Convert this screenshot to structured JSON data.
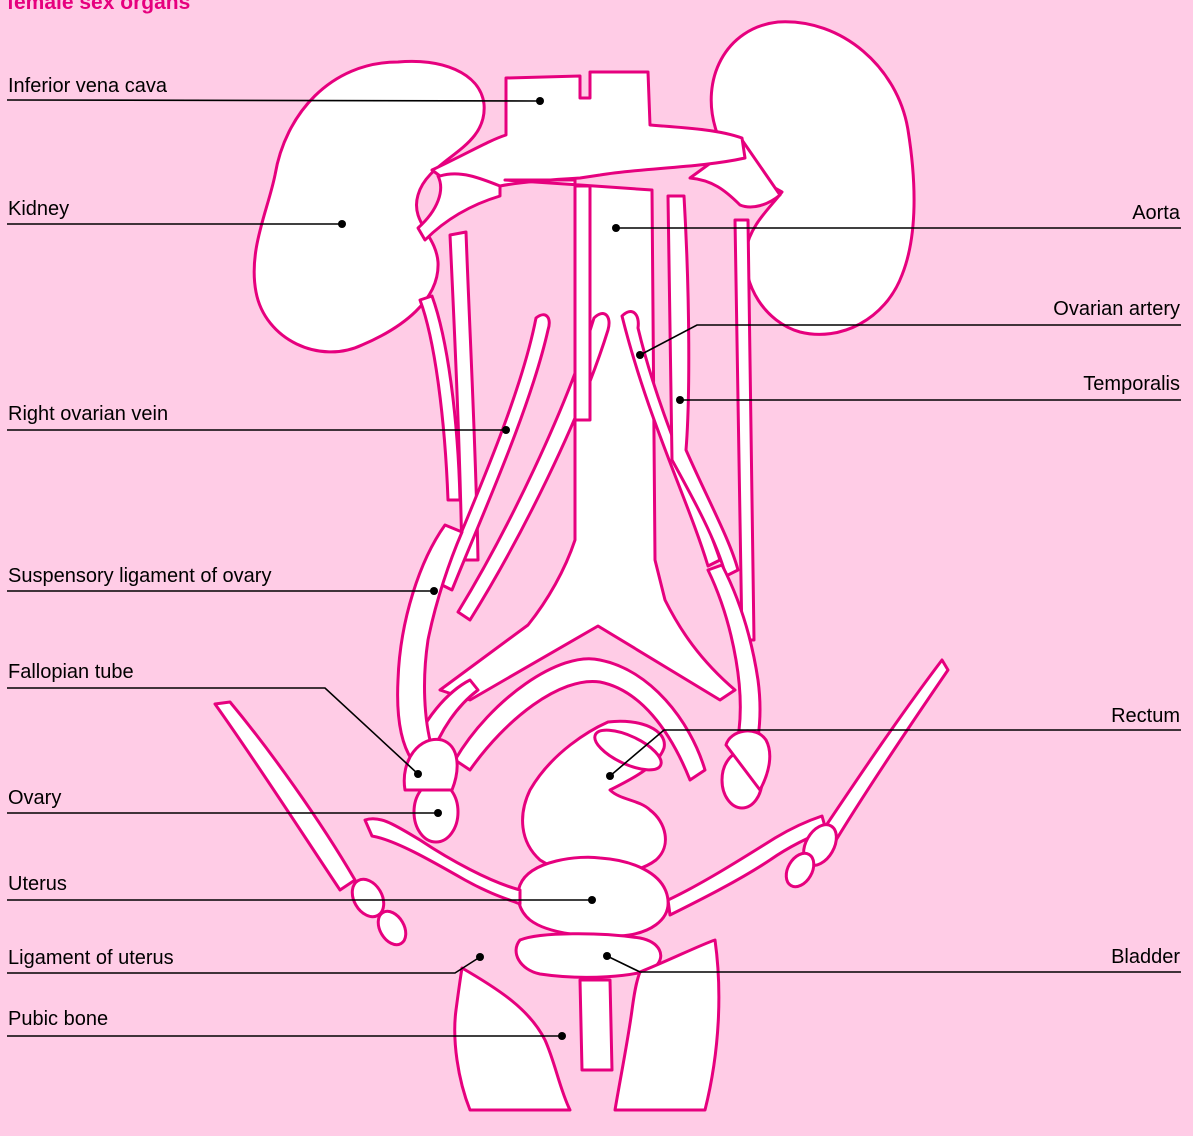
{
  "title": "female sex organs",
  "colors": {
    "background": "#ffcce6",
    "outline": "#e6007e",
    "organ_fill": "#ffffff",
    "leader": "#000000"
  },
  "labels": {
    "inferior_vena_cava": "Inferior vena cava",
    "kidney": "Kidney",
    "right_ovarian_vein": "Right ovarian vein",
    "suspensory_ligament": "Suspensory ligament of ovary",
    "fallopian_tube": "Fallopian tube",
    "ovary": "Ovary",
    "uterus": "Uterus",
    "ligament_of_uterus": "Ligament of uterus",
    "pubic_bone": "Pubic bone",
    "aorta": "Aorta",
    "ovarian_artery": "Ovarian artery",
    "temporalis": "Temporalis",
    "rectum": "Rectum",
    "bladder": "Bladder"
  }
}
